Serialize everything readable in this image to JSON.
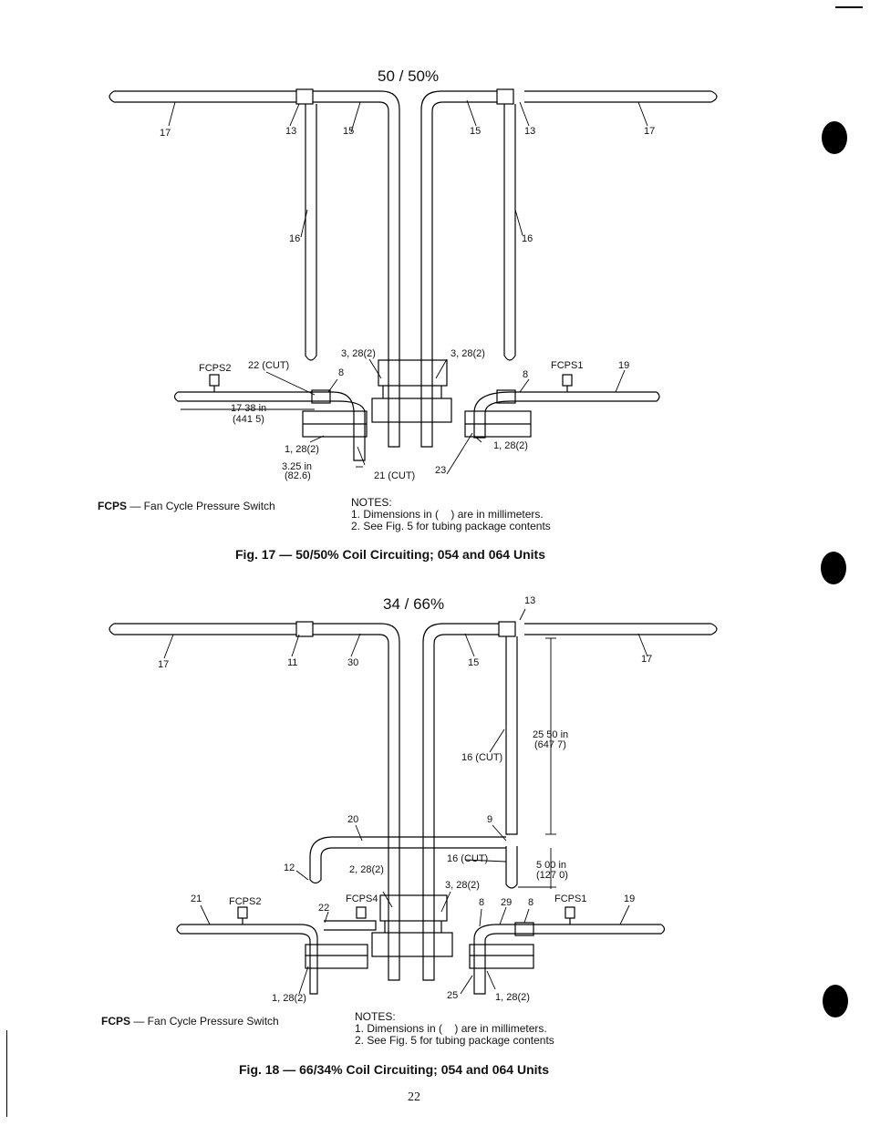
{
  "page_number": "22",
  "figures": [
    {
      "heading": "50 / 50%",
      "caption": "Fig. 17 — 50/50% Coil Circuiting; 054 and 064 Units",
      "legend": {
        "abbr": "FCPS",
        "text": " — Fan Cycle Pressure Switch"
      },
      "notes": {
        "title": "NOTES:",
        "items": [
          "1. Dimensions in (    ) are in millimeters.",
          "2. See Fig. 5 for tubing package contents"
        ]
      },
      "labels": {
        "l17a": "17",
        "l13a": "13",
        "l15a": "15",
        "l15b": "15",
        "l13b": "13",
        "l17b": "17",
        "l16a": "16",
        "l16b": "16",
        "fcps2": "FCPS2",
        "cut22": "22 (CUT)",
        "c328a": "3, 28(2)",
        "c328b": "3, 28(2)",
        "fcps1": "FCPS1",
        "l19": "19",
        "l8a": "8",
        "l8b": "8",
        "dim1738": "17 38 in",
        "dim4415": "(441 5)",
        "c128a": "1, 28(2)",
        "c128b": "1, 28(2)",
        "dim325": "3.25 in",
        "dim826": "(82.6)",
        "cut21": "21 (CUT)",
        "l23": "23"
      }
    },
    {
      "heading": "34 / 66%",
      "caption": "Fig. 18 — 66/34% Coil Circuiting; 054 and 064 Units",
      "legend": {
        "abbr": "FCPS",
        "text": " — Fan Cycle Pressure Switch"
      },
      "notes": {
        "title": "NOTES:",
        "items": [
          "1. Dimensions in (    ) are in millimeters.",
          "2. See Fig. 5 for tubing package contents"
        ]
      },
      "labels": {
        "l13top": "13",
        "l17a": "17",
        "l11": "11",
        "l30": "30",
        "l15": "15",
        "l17b": "17",
        "dim2550": "25 50 in",
        "dim6477": "(647 7)",
        "cut16a": "16 (CUT)",
        "l20": "20",
        "l9": "9",
        "cut16b": "16 (CUT)",
        "dim500": "5 00 in",
        "dim1270": "(127 0)",
        "l12": "12",
        "c228": "2, 28(2)",
        "c328": "3, 28(2)",
        "l21": "21",
        "fcps2": "FCPS2",
        "fcps4": "FCPS4",
        "l22": "22",
        "l8a": "8",
        "l29": "29",
        "l8b": "8",
        "fcps1": "FCPS1",
        "l19": "19",
        "c128a": "1, 28(2)",
        "l25": "25",
        "c128b": "1, 28(2)"
      }
    }
  ]
}
